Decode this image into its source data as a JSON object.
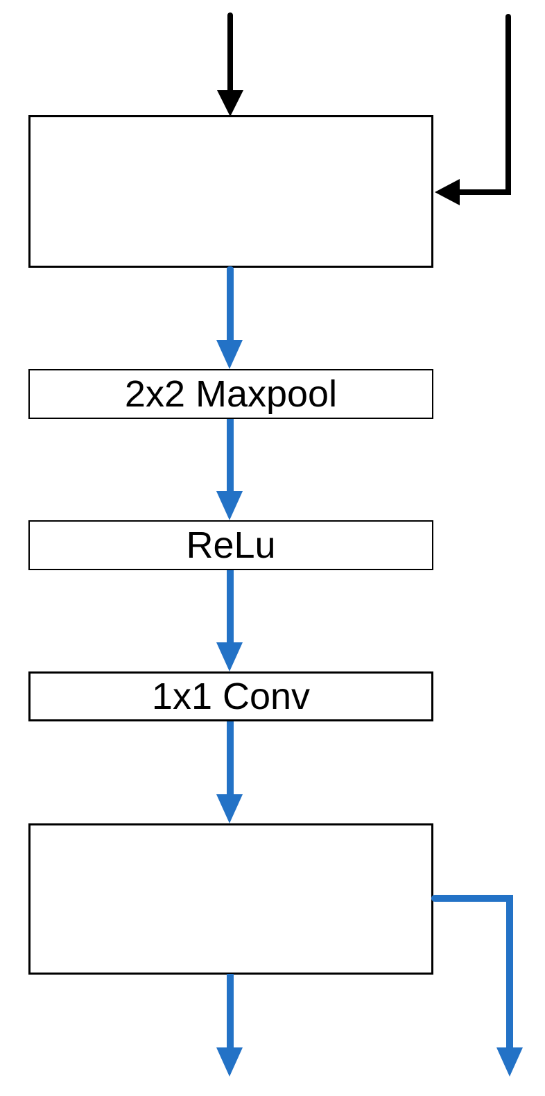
{
  "diagram": {
    "type": "flowchart",
    "description": "Neural network block: input block with skip connection in, 2x2 Maxpool, ReLu, 1x1 Conv, output block with skip connection out",
    "nodes": [
      {
        "id": "input-block",
        "label": ""
      },
      {
        "id": "maxpool",
        "label": "2x2 Maxpool"
      },
      {
        "id": "relu",
        "label": "ReLu"
      },
      {
        "id": "conv",
        "label": "1x1 Conv"
      },
      {
        "id": "output-block",
        "label": ""
      }
    ],
    "edges": [
      {
        "name": "input-arrow",
        "from": "external-top",
        "to": "input-block",
        "color": "black",
        "direction": "down"
      },
      {
        "name": "skip-connection-in",
        "from": "external-top-right",
        "to": "input-block-right",
        "color": "black",
        "direction": "down-then-left"
      },
      {
        "name": "maxpool-arrow",
        "from": "input-block",
        "to": "maxpool",
        "color": "blue",
        "direction": "down"
      },
      {
        "name": "relu-arrow",
        "from": "maxpool",
        "to": "relu",
        "color": "blue",
        "direction": "down"
      },
      {
        "name": "conv-arrow",
        "from": "relu",
        "to": "conv",
        "color": "blue",
        "direction": "down"
      },
      {
        "name": "output-block-arrow",
        "from": "conv",
        "to": "output-block",
        "color": "blue",
        "direction": "down"
      },
      {
        "name": "output-arrow",
        "from": "output-block",
        "to": "external-bottom",
        "color": "blue",
        "direction": "down"
      },
      {
        "name": "skip-connection-out",
        "from": "output-block-right",
        "to": "external-bottom-right",
        "color": "blue",
        "direction": "right-then-down"
      }
    ]
  },
  "colors": {
    "arrow_blue": "#2372C6",
    "line_black": "#000000",
    "box_fill": "#ffffff",
    "background": "#ffffff"
  }
}
